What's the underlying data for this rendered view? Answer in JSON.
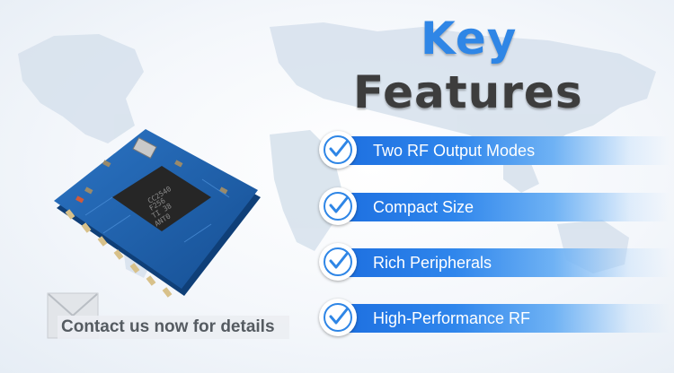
{
  "title": {
    "line1": "Key",
    "line2": "Features"
  },
  "features": [
    {
      "label": "Two RF Output Modes"
    },
    {
      "label": "Compact Size"
    },
    {
      "label": "Rich Peripherals"
    },
    {
      "label": "High-Performance RF"
    }
  ],
  "contact": {
    "text": "Contact us now for details",
    "icon": "envelope-icon"
  },
  "product": {
    "chip_marking": [
      "CC2540",
      "F256",
      "TI 38",
      "ANT0"
    ]
  },
  "colors": {
    "accent_blue": "#2f86e6",
    "title_dark": "#3d3d3d",
    "pcb_blue": "#1e5fa8",
    "contact_text": "#555b61"
  }
}
